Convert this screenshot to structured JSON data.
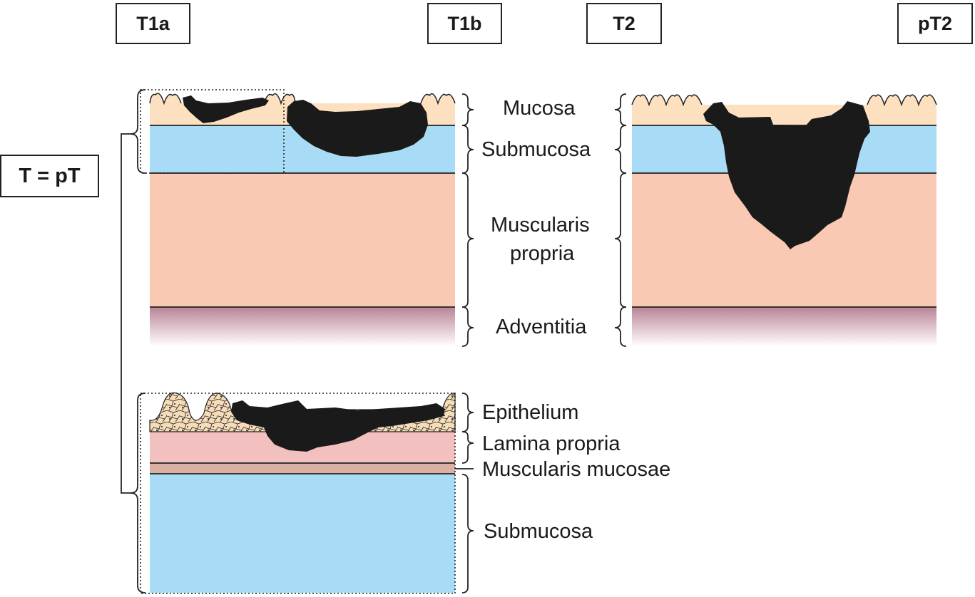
{
  "stage_tags": {
    "t1a": "T1a",
    "t1b": "T1b",
    "t2": "T2",
    "pt2": "pT2",
    "t_equals_pt": "T = pT"
  },
  "upper_layers": {
    "mucosa": "Mucosa",
    "submucosa": "Submucosa",
    "muscularis_propria_line1": "Muscularis",
    "muscularis_propria_line2": "propria",
    "adventitia": "Adventitia"
  },
  "detail_layers": {
    "epithelium": "Epithelium",
    "lamina_propria": "Lamina propria",
    "muscularis_mucosae": "Muscularis mucosae",
    "submucosa": "Submucosa"
  },
  "colors": {
    "mucosa": "#fde0c0",
    "submucosa": "#a8dcf6",
    "muscularis_propria": "#f9c9b4",
    "adventitia": "#b98498",
    "lamina_propria": "#f3c0c0",
    "muscularis_mucosae": "#d9b0a3",
    "epithelium": "#f7dcb8",
    "tumor": "#1a1a1a"
  }
}
